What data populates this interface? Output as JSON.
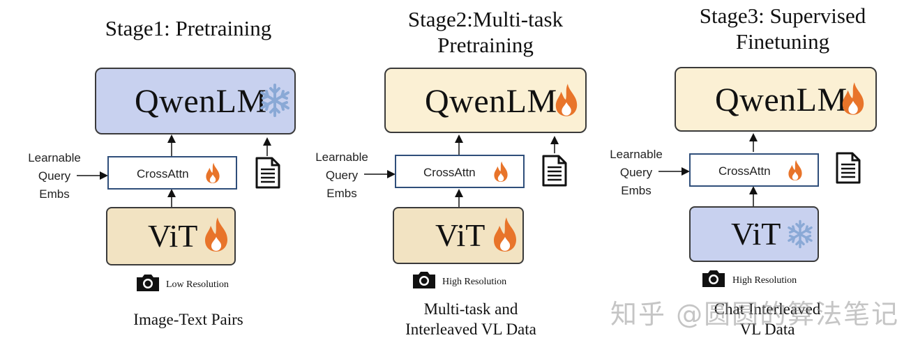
{
  "stages": [
    {
      "title_line1": "Stage1: Pretraining",
      "title_line2": "",
      "llm_label": "QwenLM",
      "llm_state": "frozen",
      "cross_label": "CrossAttn",
      "cross_state": "trainable",
      "vit_label": "ViT",
      "vit_state": "trainable",
      "query_lines": [
        "Learnable",
        "Query",
        "Embs"
      ],
      "resolution_label": "Low Resolution",
      "data_line1": "Image-Text Pairs",
      "data_line2": ""
    },
    {
      "title_line1": "Stage2:Multi-task",
      "title_line2": "Pretraining",
      "llm_label": "QwenLM",
      "llm_state": "trainable",
      "cross_label": "CrossAttn",
      "cross_state": "trainable",
      "vit_label": "ViT",
      "vit_state": "trainable",
      "query_lines": [
        "Learnable",
        "Query",
        "Embs"
      ],
      "resolution_label": "High Resolution",
      "data_line1": "Multi-task and",
      "data_line2": "Interleaved VL Data"
    },
    {
      "title_line1": "Stage3: Supervised",
      "title_line2": "Finetuning",
      "llm_label": "QwenLM",
      "llm_state": "trainable",
      "cross_label": "CrossAttn",
      "cross_state": "trainable",
      "vit_label": "ViT",
      "vit_state": "frozen",
      "query_lines": [
        "Learnable",
        "Query",
        "Embs"
      ],
      "resolution_label": "High Resolution",
      "data_line1": "Chat Interleaved",
      "data_line2": "VL Data"
    }
  ],
  "watermark": "知乎 @圆圆的算法笔记",
  "icons": {
    "trainable": "flame-icon",
    "frozen": "snowflake-icon",
    "text_input": "document-icon",
    "image_input": "camera-icon"
  },
  "colors": {
    "llm_frozen": "#c8d1ef",
    "llm_trainable": "#fbf0d4",
    "vit_trainable": "#f2e3c2",
    "vit_frozen": "#c8d1ef",
    "cross_border": "#2f4e7a",
    "flame": "#e8742a",
    "snowflake": "#8aa9d6"
  }
}
